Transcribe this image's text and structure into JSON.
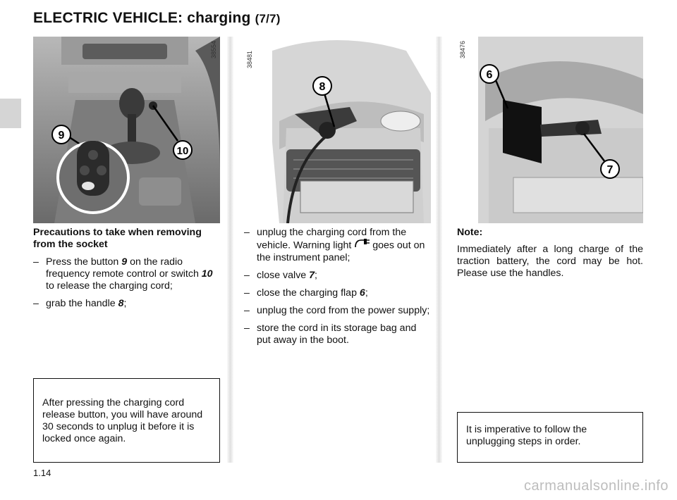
{
  "title": {
    "main": "ELECTRIC VEHICLE: charging",
    "suffix": "(7/7)"
  },
  "images": [
    {
      "code": "38554",
      "callouts": [
        "9",
        "10"
      ]
    },
    {
      "code": "38481",
      "callouts": [
        "8"
      ]
    },
    {
      "code": "38476",
      "callouts": [
        "6",
        "7"
      ]
    }
  ],
  "col1": {
    "heading": "Precautions to take when removing from the socket",
    "items": [
      {
        "dash": "–",
        "t1": "Press the button ",
        "r1": "9",
        "t2": " on the radio frequency remote control or switch ",
        "r2": "10",
        "t3": " to release the charging cord;"
      },
      {
        "dash": "–",
        "t1": "grab the handle ",
        "r1": "8",
        "t2": ";"
      }
    ],
    "box": "After pressing the charging cord release button, you will have around 30 seconds to unplug it before it is locked once again."
  },
  "col2": {
    "items": [
      {
        "dash": "–",
        "t1": "unplug the charging cord from the vehicle. Warning light ",
        "icon": "charging-plug-icon",
        "t2": " goes out on the instrument panel;"
      },
      {
        "dash": "–",
        "t1": "close valve ",
        "r1": "7",
        "t2": ";"
      },
      {
        "dash": "–",
        "t1": "close the charging flap ",
        "r1": "6",
        "t2": ";"
      },
      {
        "dash": "–",
        "t1": "unplug the cord from the power supply;"
      },
      {
        "dash": "–",
        "t1": "store the cord in its storage bag and put away in the boot."
      }
    ]
  },
  "col3": {
    "note_heading": "Note:",
    "note_text": "Immediately after a long charge of the traction battery, the cord may be hot. Please use the handles.",
    "box": "It is imperative to follow the unplugging steps in order."
  },
  "footer": {
    "page": "1.14"
  },
  "watermark": "carmanualsonline.info"
}
